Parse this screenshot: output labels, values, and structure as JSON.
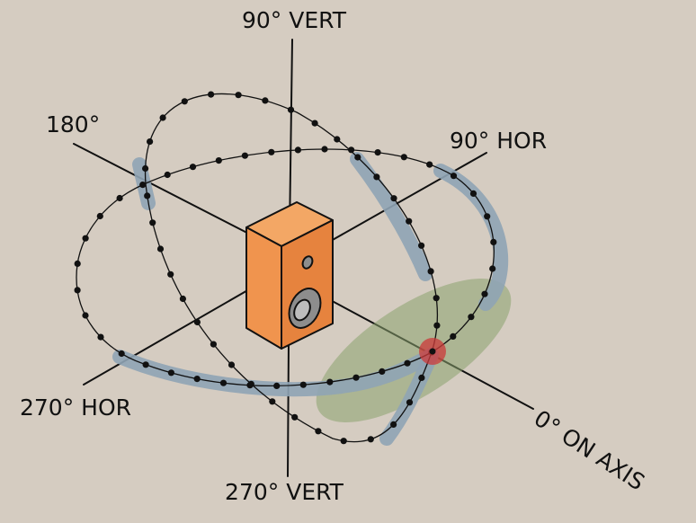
{
  "labels": {
    "vert_90": "90° VERT",
    "hor_90": "90° HOR",
    "rear_180": "180°",
    "hor_270": "270° HOR",
    "vert_270": "270° VERT",
    "on_axis_0": "0° ON AXIS"
  },
  "colors": {
    "background": "#d5ccc1",
    "speaker_front": "#f0944e",
    "speaker_side": "#e6833e",
    "speaker_top": "#f3a765",
    "measurement_highlight": "#8fa4b5",
    "on_axis_region": "#8aa36d",
    "on_axis_point": "#cc3a3a",
    "lines": "#111111"
  },
  "icons": {
    "speaker": "speaker-box-icon",
    "tweeter": "tweeter-icon",
    "woofer": "woofer-icon"
  }
}
